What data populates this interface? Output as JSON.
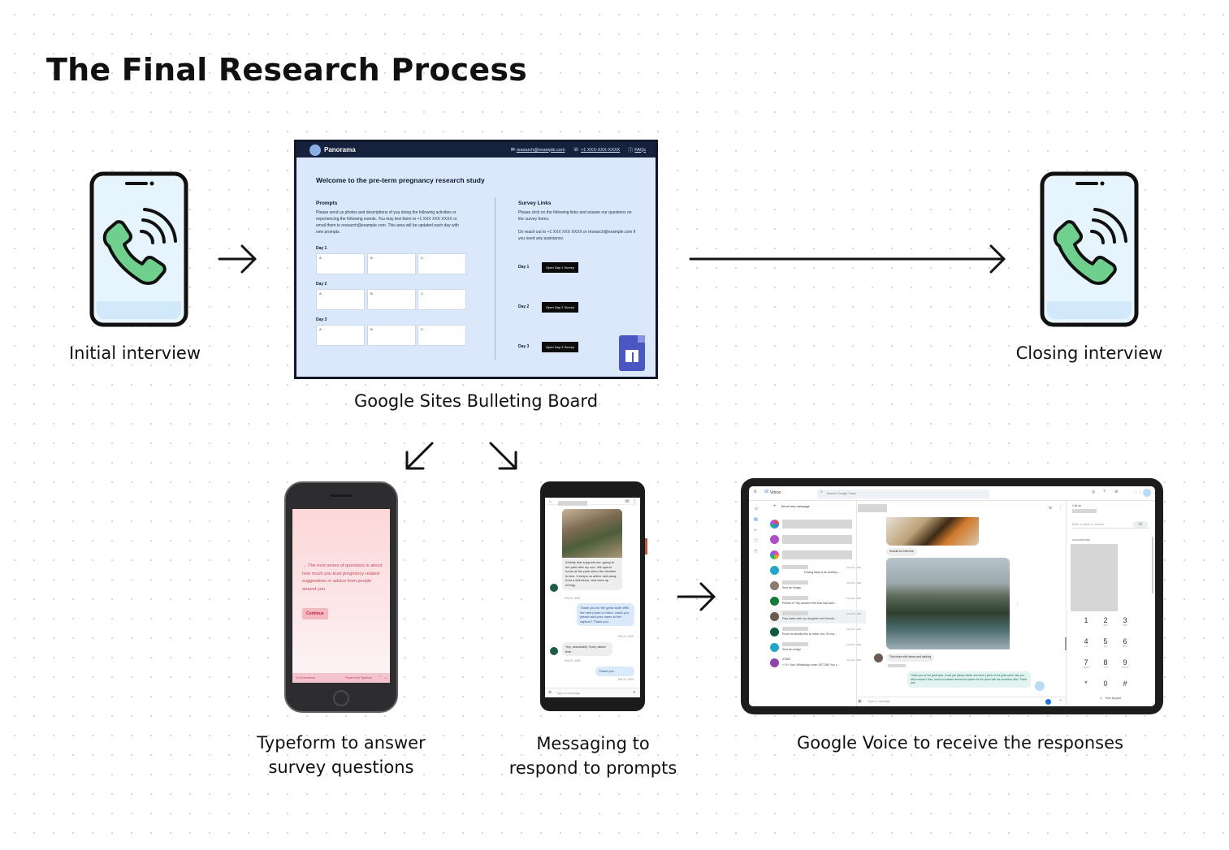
{
  "title": "The Final Research Process",
  "captions": {
    "initial": "Initial interview",
    "closing": "Closing interview",
    "sites": "Google Sites Bulleting Board",
    "typeform_line1": "Typeform to answer",
    "typeform_line2": "survey questions",
    "messaging_line1": "Messaging to",
    "messaging_line2": "respond to prompts",
    "voice": "Google Voice to receive the responses"
  },
  "site": {
    "brand": "Panorama",
    "email": "research@example.com",
    "phone": "+1 XXX-XXX-XXXX",
    "faqs": "FAQs",
    "heading": "Welcome to the pre-term pregnancy research study",
    "prompts_title": "Prompts",
    "prompts_text": "Please send us photos and descriptions of you doing the following activities or experiencing the following events. You may text them to +1 XXX XXX XXXX or email them to research@example.com. This area will be updated each day with new prompts.",
    "survey_title": "Survey Links",
    "survey_text": "Please click on the following links and answer our questions on the survey forms.",
    "survey_contact": "Do reach out to +1 XXX XXX XXXX or research@example.com if you need any assistance.",
    "day1": "Day 1",
    "day2": "Day 2",
    "day3": "Day 3",
    "box_a": "A.",
    "box_b": "B.",
    "box_c": "C.",
    "btn1": "Open Day 1 Survey",
    "btn2": "Open Day 2 Survey",
    "btn3": "Open Day 3 Survey"
  },
  "typeform": {
    "question": "→ The next series of questions is about how much you trust pregnancy related suggestions or advice from people around you.",
    "button": "Continue",
    "footer": "Powered by Typeform",
    "progress": "0 of 8 answered"
  },
  "messages": {
    "in1": "Activity that supports me: going to the park with my son. We spend hours at the park when the whether is nice. It keeps us active and away from a television, and uses up energy.",
    "date1": "Feb 21, 2020",
    "out1": "Thank you for the great start! With the next photo or video, could you please add your name to the caption? Thank you.",
    "date2": "Feb 21, 2020",
    "in2": "Yep, absolutely. Sorry about that -",
    "date3": "Feb 21, 2020",
    "out2": "Thank you",
    "date4": "Feb 21, 2020",
    "input_placeholder": "Type a message"
  },
  "voice": {
    "app": "Voice",
    "search": "Search Google Voice",
    "send_new": "Send new message",
    "call_as": "Call as",
    "enter_number": "Enter a name or number",
    "suggestions": "SUGGESTIONS",
    "hide_keypad": "Hide keypad",
    "type_message": "Type a message",
    "caption_snack": "Snacks for exercise",
    "caption_pool": "This helps with stress and walking",
    "reply": "Thank you for the great start. Could you please retake and send a photo of the grills which help you with exercise? Also, could you please resend the caption for the photo with the probiotics pills? Thank you!",
    "threads": [
      {
        "text": "",
        "date": ""
      },
      {
        "text": "",
        "date": ""
      },
      {
        "text": "",
        "date": ""
      },
      {
        "text": "",
        "date": ""
      },
      {
        "text": "Driving daily is an activity i...",
        "date": "Feb 24, 2020"
      },
      {
        "text": "Sent an image",
        "date": "Feb 23, 2020"
      },
      {
        "text": "Picture #7 My swollen feet that had dark...",
        "date": "Feb 23, 2020"
      },
      {
        "text": "Play dates with my daughter and friends...",
        "date": "Feb 22, 2020"
      },
      {
        "text": "Room is awfully this is noise, but. It's my...",
        "date": "Feb 22, 2020"
      },
      {
        "text": "Sent an image",
        "date": "Feb 20, 2020"
      },
      {
        "text": "<+1> Your WhatsApp code: 627-080 You c...",
        "date": "Feb 19, 2020"
      }
    ],
    "thread_code": "47563",
    "keys": [
      "1",
      "2",
      "3",
      "4",
      "5",
      "6",
      "7",
      "8",
      "9",
      "*",
      "0",
      "#"
    ],
    "key_letters": [
      "",
      "ABC",
      "DEF",
      "GHI",
      "JKL",
      "MNO",
      "PQRS",
      "TUV",
      "WXYZ",
      "",
      "",
      ""
    ]
  }
}
